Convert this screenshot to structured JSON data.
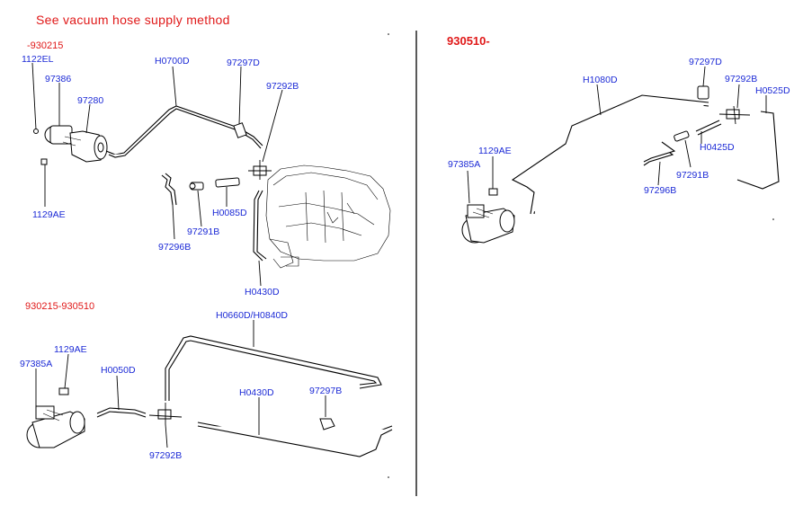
{
  "title": "See vacuum hose supply method",
  "sections": {
    "top_left": "-930215",
    "bottom_left": "930215-930510",
    "right": "930510-"
  },
  "labels": {
    "tl_1122el": "1122EL",
    "tl_97386": "97386",
    "tl_97280": "97280",
    "tl_1129ae": "1129AE",
    "tl_h0700d": "H0700D",
    "tl_97297d": "97297D",
    "tl_97292b": "97292B",
    "tl_97296b": "97296B",
    "tl_97291b": "97291B",
    "tl_h0085d": "H0085D",
    "tl_h0430d": "H0430D",
    "bl_1129ae": "1129AE",
    "bl_97385a": "97385A",
    "bl_h0050d": "H0050D",
    "bl_h0660d": "H0660D/H0840D",
    "bl_h0430d": "H0430D",
    "bl_97297b": "97297B",
    "bl_97292b": "97292B",
    "r_97297d": "97297D",
    "r_97292b": "97292B",
    "r_h0525d": "H0525D",
    "r_h1080d": "H1080D",
    "r_1129ae": "1129AE",
    "r_97385a": "97385A",
    "r_h0425d": "H0425D",
    "r_97291b": "97291B",
    "r_97296b": "97296B"
  },
  "colors": {
    "label_blue": "#1c2ad6",
    "header_red": "#e01818",
    "line": "#000000"
  }
}
